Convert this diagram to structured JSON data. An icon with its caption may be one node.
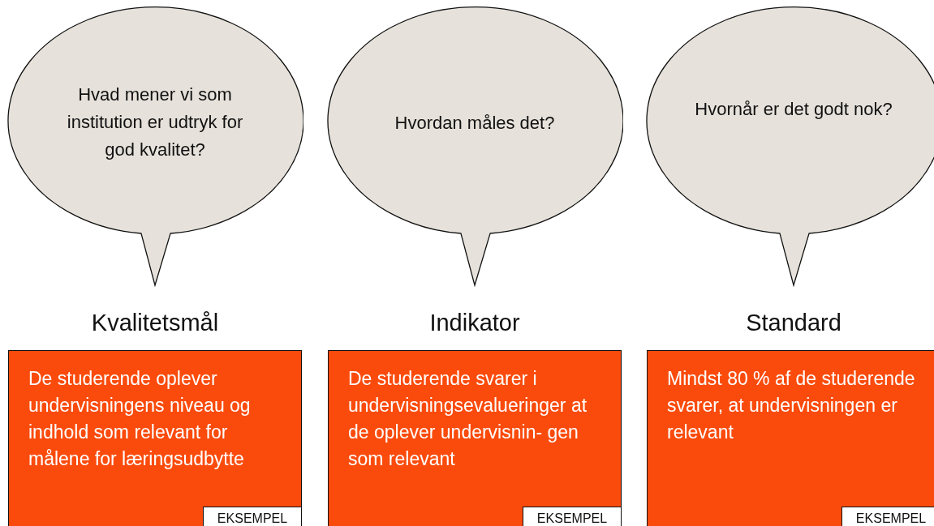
{
  "diagram": {
    "nodes": [
      {
        "text": [
          "Hvad mener vi som institution er udtryk for god kvalitet?"
        ]
      },
      {
        "text": [
          "Hvordan måles det?"
        ]
      },
      {
        "text": [
          "Hvornår er det godt nok?"
        ]
      },
      {
        "text": [
          "Kvalitetsmål",
          "De studerende oplever undervisningens niveau og indhold som relevant for målene for læringsudbytte"
        ]
      },
      {
        "text": [
          "EKSEMPEL"
        ],
        "in": 3
      },
      {
        "text": [
          "Indikator",
          "De studerende svarer i undervisningsevalueringer at de oplever undervisnin- gen som relevant"
        ]
      },
      {
        "text": [
          "EKSEMPEL"
        ],
        "in": 5
      },
      {
        "text": [
          "Standard",
          "Mindst 80 % af de studerende svarer, at undervisningen er relevant"
        ]
      },
      {
        "text": [
          "EKSEMPEL"
        ],
        "in": 7
      }
    ],
    "edges": []
  }
}
